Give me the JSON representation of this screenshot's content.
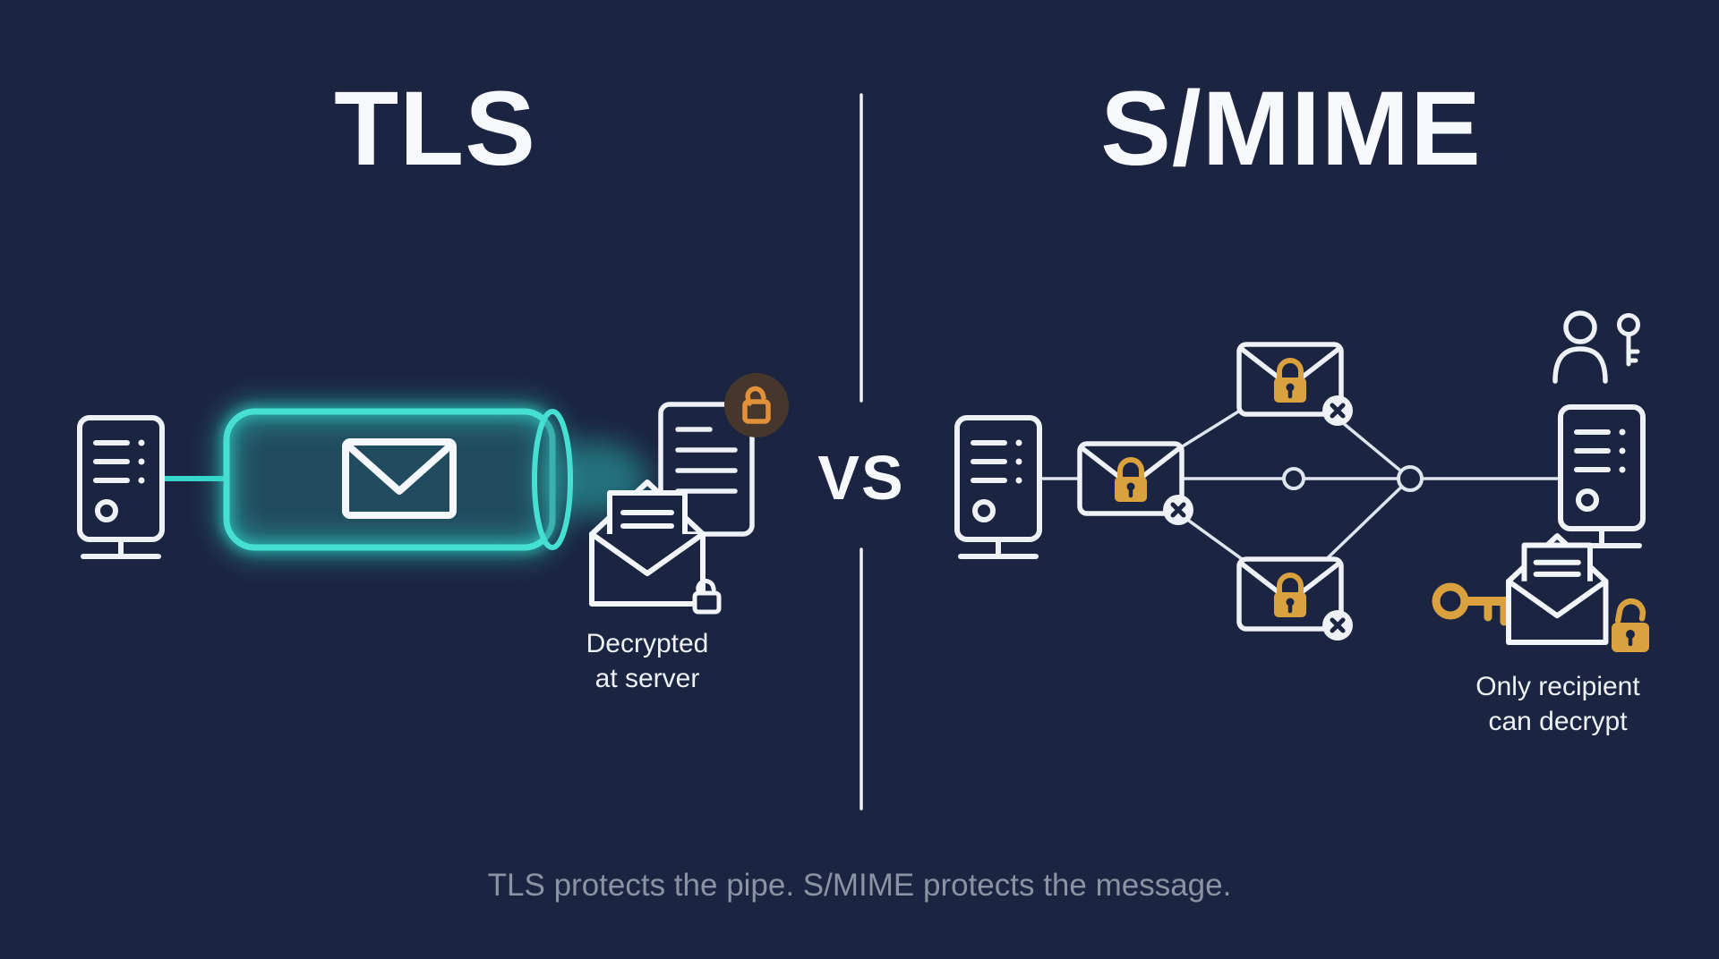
{
  "page": {
    "caption": "TLS protects the pipe. S/MIME protects the message."
  },
  "divider": {
    "vs_label": "VS"
  },
  "tls_panel": {
    "title": "TLS",
    "decrypted_label_lines": [
      "Decrypted",
      "at server"
    ]
  },
  "smime_panel": {
    "title": "S/MIME",
    "recipient_label_lines": [
      "Only recipient",
      "can decrypt"
    ]
  },
  "colors": {
    "background": "#1b2441",
    "teal": "#35d8c8",
    "gold": "#d9a23f",
    "orange": "#e0913a",
    "white": "#eef2f7",
    "muted": "#8a92a3",
    "title": "#f6f8fb",
    "line": "#dfe5ee"
  },
  "icons": {
    "tls_side": [
      "server-icon",
      "encrypted-pipe",
      "envelope-icon",
      "document-icon",
      "unlocked-badge-icon",
      "open-envelope-icon",
      "unlocked-padlock-icon"
    ],
    "smime_side": [
      "server-icon",
      "locked-envelope-icon",
      "x-badge-icon",
      "network-node-icon",
      "person-icon",
      "key-icon",
      "gold-key-icon",
      "open-envelope-icon",
      "gold-unlocked-padlock-icon"
    ]
  }
}
